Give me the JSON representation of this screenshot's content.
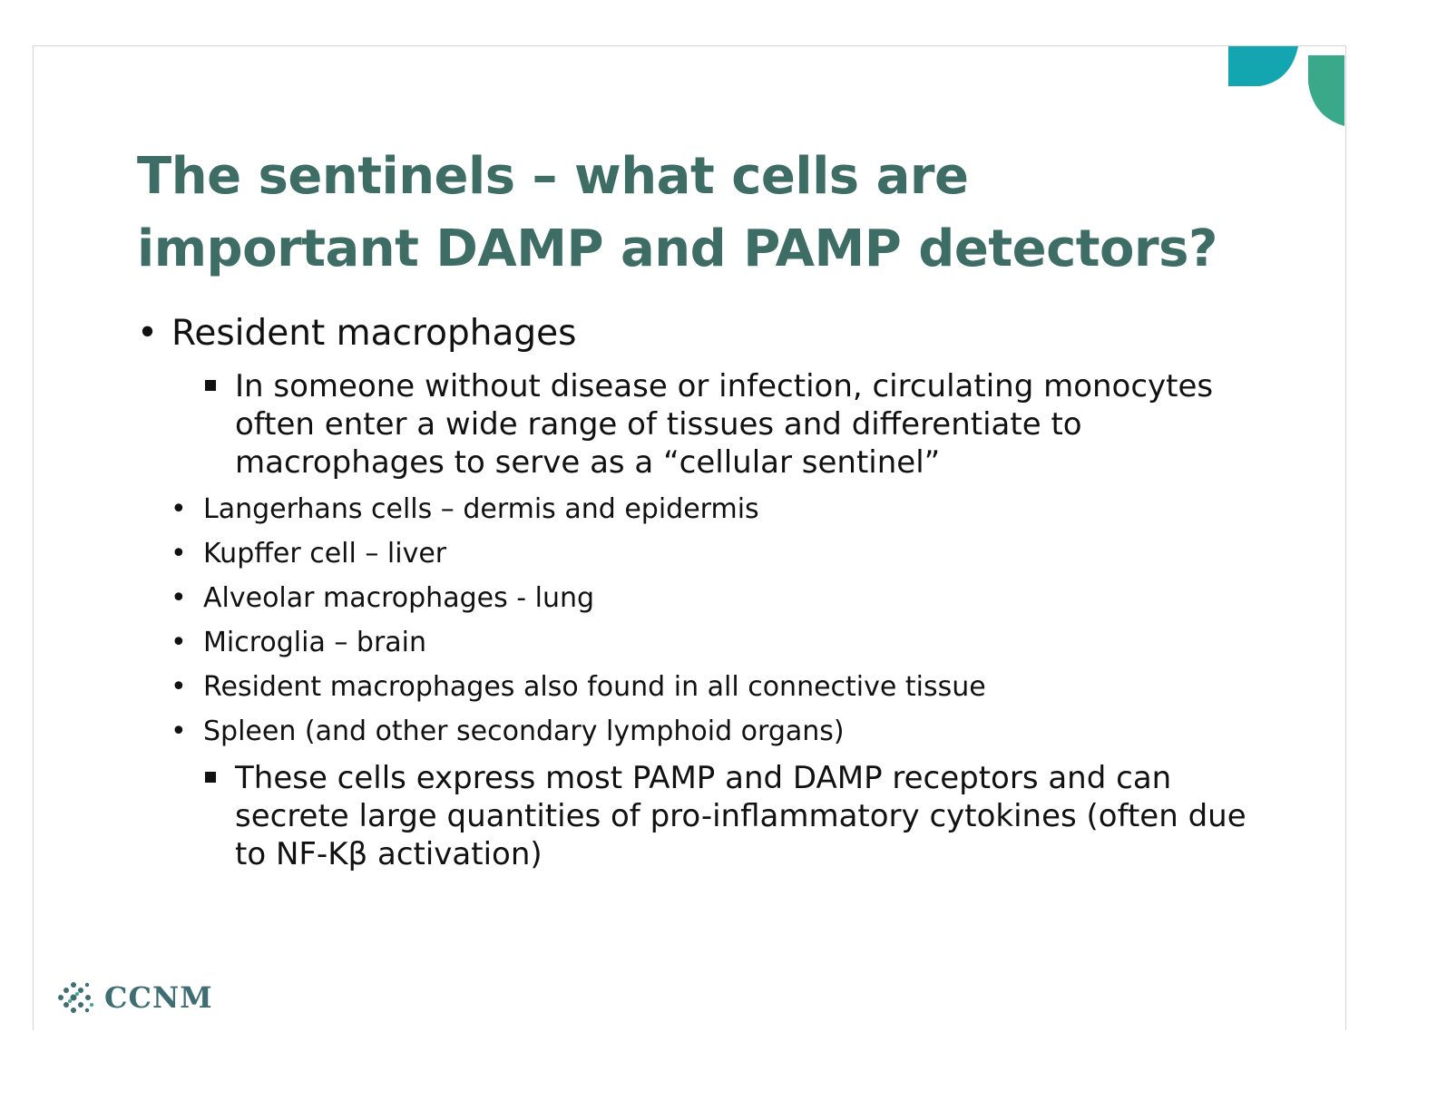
{
  "slide": {
    "title": "The sentinels – what cells are important DAMP and PAMP detectors?",
    "level1_bullet": "Resident macrophages",
    "level2_items": [
      "In someone without disease or infection, circulating monocytes often enter a wide range of tissues and differentiate to macrophages to serve as a “cellular sentinel”",
      "These cells express most PAMP and DAMP receptors and can secrete large quantities of pro-inflammatory cytokines (often due to NF-Kβ activation)"
    ],
    "level3_items": [
      "Langerhans cells – dermis and epidermis",
      "Kupffer cell – liver",
      "Alveolar macrophages - lung",
      "Microglia – brain",
      "Resident macrophages also found in all connective tissue",
      "Spleen (and other secondary lymphoid organs)"
    ],
    "bullet_glyph": "•"
  },
  "branding": {
    "logo_text": "CCNM",
    "logo_icon": "cell-cluster-icon"
  },
  "colors": {
    "title": "#3d6d64",
    "accent_teal": "#13a5b0",
    "accent_green": "#3aa98a",
    "logo": "#3e6d74"
  }
}
